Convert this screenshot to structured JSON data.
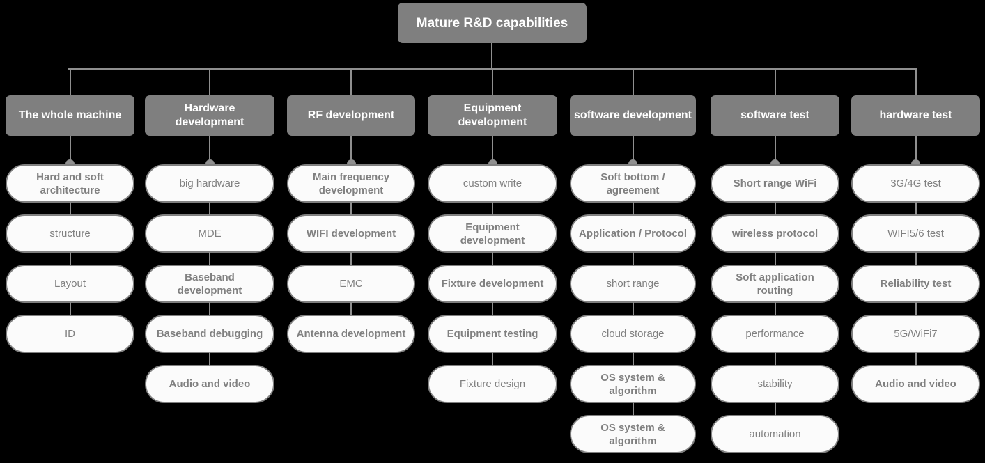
{
  "root": {
    "label": "Mature R&D capabilities"
  },
  "colors": {
    "node_fill": "#7f7f7f",
    "node_text": "#ffffff",
    "pill_fill": "#fbfbfb",
    "pill_border": "#808080",
    "pill_text": "#808080",
    "connector": "#8f8f8f",
    "background": "#000000"
  },
  "columns": [
    {
      "header": "The whole machine",
      "items": [
        "Hard and soft architecture",
        "structure",
        "Layout",
        "ID"
      ]
    },
    {
      "header": "Hardware development",
      "items": [
        "big hardware",
        "MDE",
        "Baseband development",
        "Baseband debugging",
        "Audio and video"
      ]
    },
    {
      "header": "RF development",
      "items": [
        "Main frequency development",
        "WIFI development",
        "EMC",
        "Antenna development"
      ]
    },
    {
      "header": "Equipment development",
      "items": [
        "custom write",
        "Equipment development",
        "Fixture development",
        "Equipment testing",
        "Fixture design"
      ]
    },
    {
      "header": "software development",
      "items": [
        "Soft bottom / agreement",
        "Application / Protocol",
        "short range",
        "cloud storage",
        "OS system & algorithm",
        "OS system & algorithm"
      ]
    },
    {
      "header": "software test",
      "items": [
        "Short range WiFi",
        "wireless protocol",
        "Soft application routing",
        "performance",
        "stability",
        "automation"
      ]
    },
    {
      "header": "hardware test",
      "items": [
        "3G/4G test",
        "WIFI5/6 test",
        "Reliability test",
        "5G/WiFi7",
        "Audio and video"
      ]
    }
  ]
}
